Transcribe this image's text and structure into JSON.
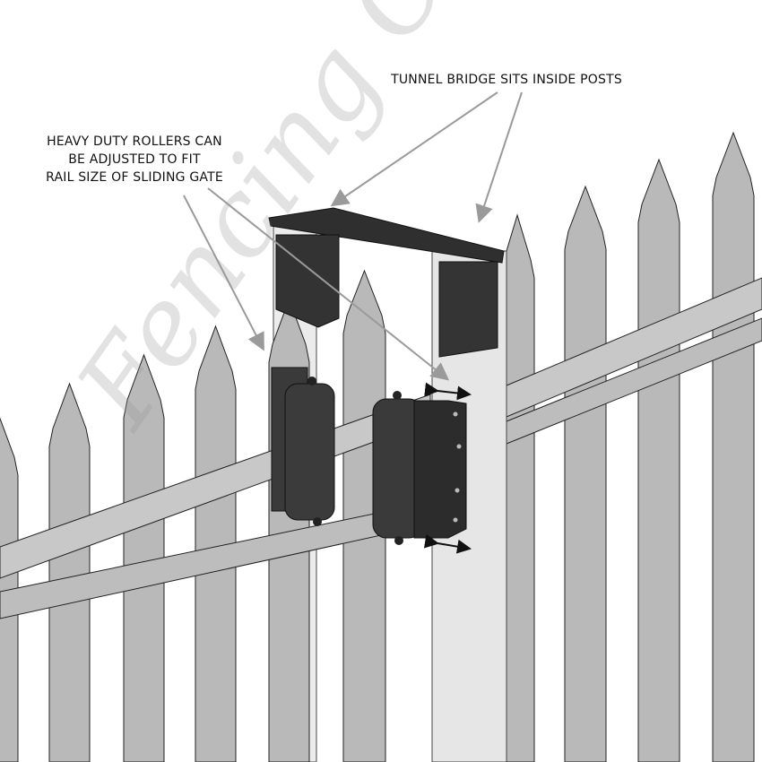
{
  "annotations": {
    "tunnel_bridge": "TUNNEL BRIDGE SITS INSIDE POSTS",
    "rollers_line1": "HEAVY DUTY ROLLERS CAN",
    "rollers_line2": "BE ADJUSTED TO FIT",
    "rollers_line3": "RAIL SIZE OF SLIDING GATE"
  },
  "watermark": "Fencing Components",
  "colors": {
    "picket": "#b9b9b9",
    "post": "#e9e9e9",
    "hardware": "#2e2e2e",
    "leader": "#9a9a9a"
  }
}
